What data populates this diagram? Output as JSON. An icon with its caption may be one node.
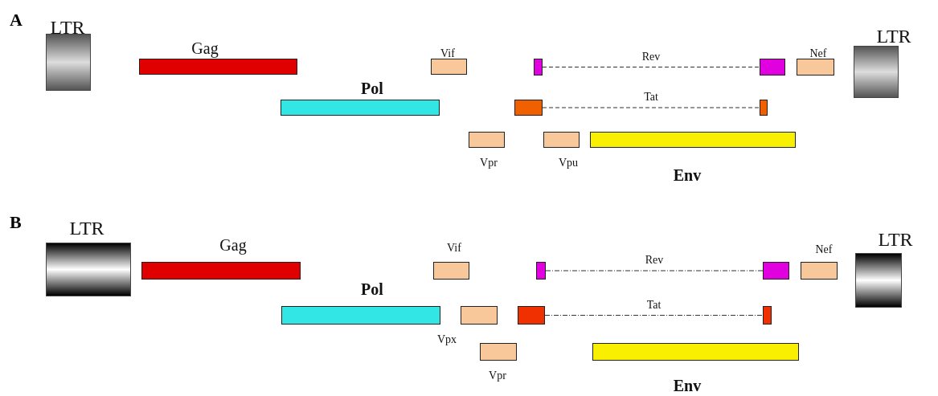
{
  "diagram": {
    "nodes": [
      {
        "text": [
          "LTR"
        ]
      },
      {
        "text": [
          "Gag"
        ]
      },
      {
        "text": [
          "Pol"
        ]
      },
      {
        "text": [
          "Vif"
        ]
      },
      {
        "text": [],
        "shape": "box"
      },
      {
        "text": [],
        "shape": "box"
      },
      {
        "text": [
          "Nef"
        ]
      },
      {
        "text": [
          "LTR"
        ]
      },
      {
        "text": [],
        "shape": "box"
      },
      {
        "text": [],
        "shape": "box"
      },
      {
        "text": [
          "Vpr"
        ]
      },
      {
        "text": [
          "Vpu"
        ]
      },
      {
        "text": [
          "Env"
        ]
      },
      {
        "text": [
          "LTR"
        ]
      },
      {
        "text": [
          "Gag"
        ]
      },
      {
        "text": [
          "Pol"
        ]
      },
      {
        "text": [
          "Vif"
        ]
      },
      {
        "text": [],
        "shape": "box"
      },
      {
        "text": [],
        "shape": "box"
      },
      {
        "text": [
          "Nef"
        ]
      },
      {
        "text": [
          "LTR"
        ]
      },
      {
        "text": [
          "Vpx"
        ]
      },
      {
        "text": [],
        "shape": "box"
      },
      {
        "text": [],
        "shape": "box"
      },
      {
        "text": [
          "Vpr"
        ]
      },
      {
        "text": [
          "Env"
        ]
      }
    ],
    "edges": [
      {
        "from": 4,
        "to": 5,
        "arrow": "none",
        "label": "Rev",
        "style": "dashed"
      },
      {
        "from": 8,
        "to": 9,
        "arrow": "none",
        "label": "Tat",
        "style": "dashed"
      },
      {
        "from": 17,
        "to": 18,
        "arrow": "none",
        "label": "Rev",
        "style": "dashed"
      },
      {
        "from": 22,
        "to": 23,
        "arrow": "none",
        "label": "Tat",
        "style": "dashed"
      }
    ],
    "labels": [
      "A",
      "B"
    ]
  }
}
